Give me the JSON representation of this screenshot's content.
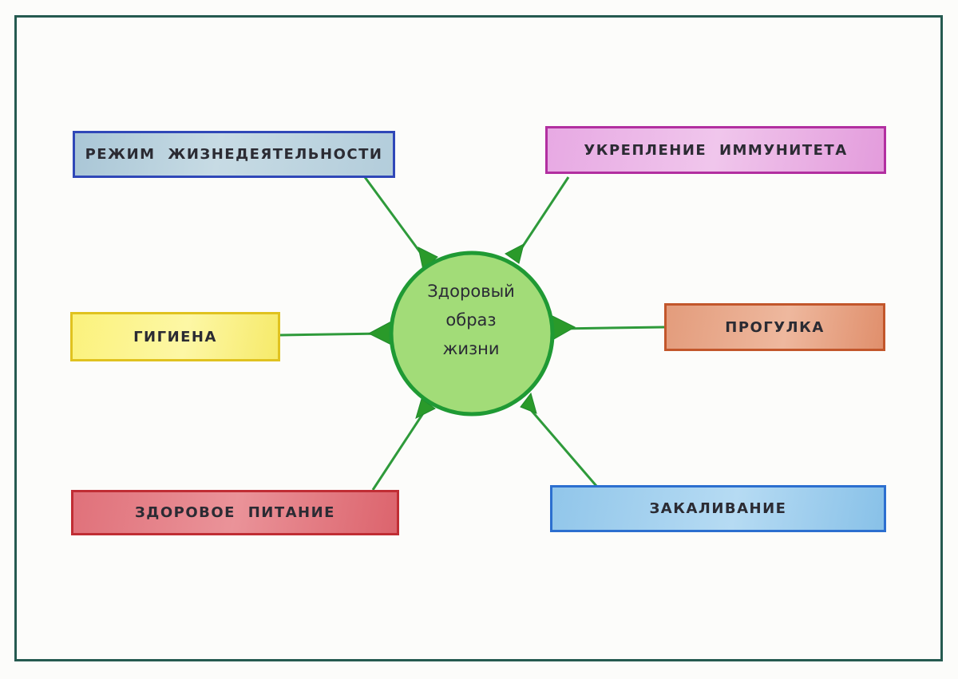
{
  "center": {
    "lines": [
      "Здоровый",
      "образ",
      "жизни"
    ]
  },
  "nodes": {
    "regime": "РЕЖИМ ЖИЗНЕДЕЯТЕЛЬНОСТИ",
    "immunity": "УКРЕПЛЕНИЕ ИММУНИТЕТА",
    "hygiene": "ГИГИЕНА",
    "walk": "ПРОГУЛКА",
    "nutrition": "ЗДОРОВОЕ ПИТАНИЕ",
    "hardening": "ЗАКАЛИВАНИЕ"
  },
  "colors": {
    "frame": "#255a50",
    "center_fill": "#9fdc72",
    "center_stroke": "#1f9a34",
    "connector": "#2e9a3a",
    "regime": "#2f47b8",
    "immunity": "#b22fa0",
    "hygiene": "#e0c21f",
    "walk": "#c2562b",
    "nutrition": "#c02d34",
    "hardening": "#2c6fcf"
  }
}
